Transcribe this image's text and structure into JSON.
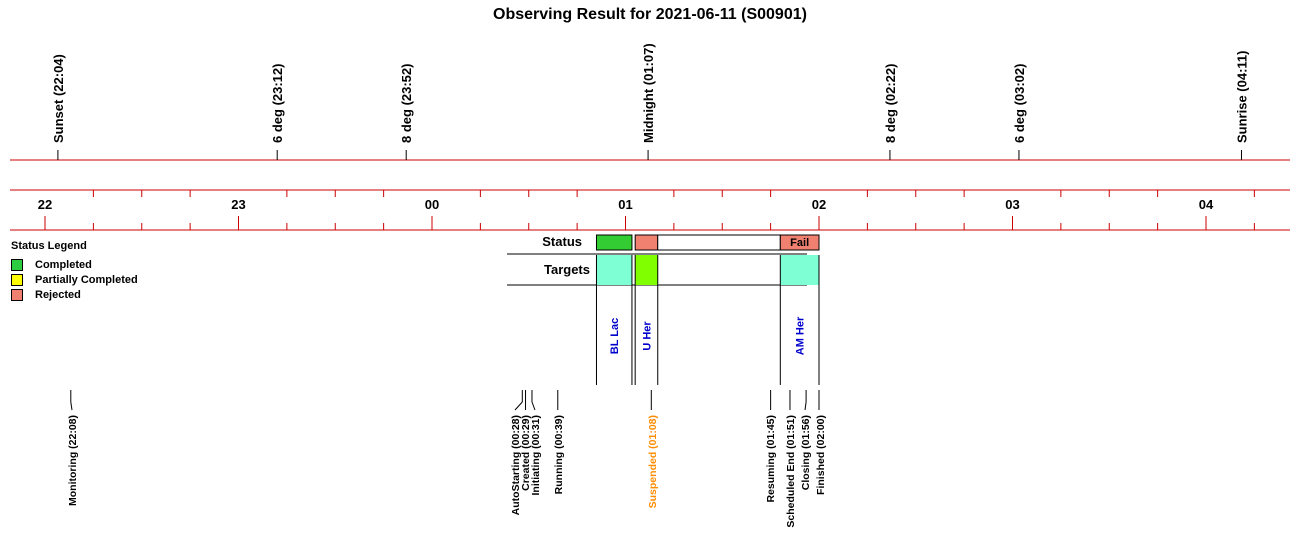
{
  "title": "Observing Result for 2021-06-11 (S00901)",
  "sun_events": [
    {
      "label": "Sunset (22:04)",
      "time": "22:04"
    },
    {
      "label": "6 deg (23:12)",
      "time": "23:12"
    },
    {
      "label": "8 deg (23:52)",
      "time": "23:52"
    },
    {
      "label": "Midnight (01:07)",
      "time": "01:07"
    },
    {
      "label": "8 deg (02:22)",
      "time": "02:22"
    },
    {
      "label": "6 deg (03:02)",
      "time": "03:02"
    },
    {
      "label": "Sunrise (04:11)",
      "time": "04:11"
    }
  ],
  "hour_labels": [
    "22",
    "23",
    "00",
    "01",
    "02",
    "03",
    "04"
  ],
  "legend": {
    "title": "Status Legend",
    "items": [
      {
        "label": "Completed",
        "color": "#2ecc40"
      },
      {
        "label": "Partially Completed",
        "color": "#ffff00"
      },
      {
        "label": "Rejected",
        "color": "#f08070"
      }
    ]
  },
  "rows": {
    "status_label": "Status",
    "targets_label": "Targets"
  },
  "status_blocks": [
    {
      "start": "00:51",
      "end": "01:02",
      "color": "#33cc33",
      "label": ""
    },
    {
      "start": "01:03",
      "end": "01:10",
      "color": "#f08070",
      "label": ""
    },
    {
      "start": "01:10",
      "end": "01:48",
      "color": "#ffffff",
      "label": ""
    },
    {
      "start": "01:48",
      "end": "02:00",
      "color": "#f08070",
      "label": "Fail"
    }
  ],
  "targets": [
    {
      "name": "BL Lac",
      "start": "00:51",
      "end": "01:02",
      "color": "#7fffd4"
    },
    {
      "name": "U Her",
      "start": "01:03",
      "end": "01:10",
      "color": "#7fff00"
    },
    {
      "name": "AM Her",
      "start": "01:48",
      "end": "02:00",
      "color": "#7fffd4"
    }
  ],
  "events": [
    {
      "label": "Monitoring (22:08)",
      "time": "22:08",
      "color": "#000000"
    },
    {
      "label": "AutoStarting (00:28)",
      "time": "00:28",
      "color": "#000000"
    },
    {
      "label": "Created (00:29)",
      "time": "00:29",
      "color": "#000000"
    },
    {
      "label": "Initiating (00:31)",
      "time": "00:31",
      "color": "#000000"
    },
    {
      "label": "Running (00:39)",
      "time": "00:39",
      "color": "#000000"
    },
    {
      "label": "Suspended (01:08)",
      "time": "01:08",
      "color": "#ff8c00"
    },
    {
      "label": "Resuming (01:45)",
      "time": "01:45",
      "color": "#000000"
    },
    {
      "label": "Scheduled End (01:51)",
      "time": "01:51",
      "color": "#000000"
    },
    {
      "label": "Closing (01:56)",
      "time": "01:56",
      "color": "#000000"
    },
    {
      "label": "Finished (02:00)",
      "time": "02:00",
      "color": "#000000"
    }
  ],
  "colors": {
    "axis": "#cc0000",
    "target_text": "#0000cc"
  }
}
